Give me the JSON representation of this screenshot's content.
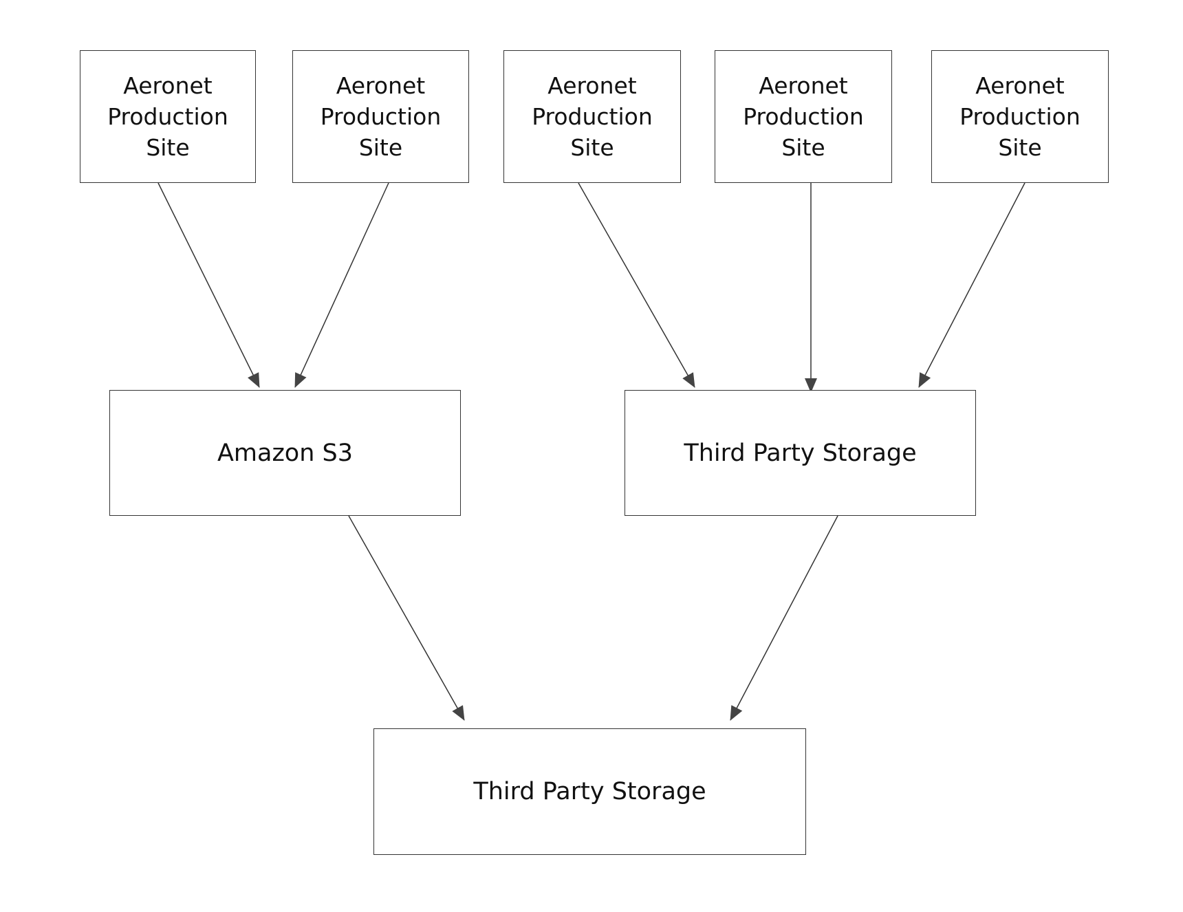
{
  "diagram": {
    "sites": [
      {
        "id": "site-1",
        "label": "Aeronet\nProduction\nSite"
      },
      {
        "id": "site-2",
        "label": "Aeronet\nProduction\nSite"
      },
      {
        "id": "site-3",
        "label": "Aeronet\nProduction\nSite"
      },
      {
        "id": "site-4",
        "label": "Aeronet\nProduction\nSite"
      },
      {
        "id": "site-5",
        "label": "Aeronet\nProduction\nSite"
      }
    ],
    "storage": [
      {
        "id": "store-s3",
        "label": "Amazon S3"
      },
      {
        "id": "store-tp1",
        "label": "Third Party Storage"
      },
      {
        "id": "store-tp2",
        "label": "Third Party Storage"
      }
    ],
    "edges": [
      {
        "from": "site-1",
        "to": "store-s3"
      },
      {
        "from": "site-2",
        "to": "store-s3"
      },
      {
        "from": "site-3",
        "to": "store-tp1"
      },
      {
        "from": "site-4",
        "to": "store-tp1"
      },
      {
        "from": "site-5",
        "to": "store-tp1"
      },
      {
        "from": "store-s3",
        "to": "store-tp2"
      },
      {
        "from": "store-tp1",
        "to": "store-tp2"
      }
    ],
    "colors": {
      "stroke": "#333333",
      "arrow": "#444444",
      "text": "#111111",
      "background": "#ffffff"
    }
  }
}
